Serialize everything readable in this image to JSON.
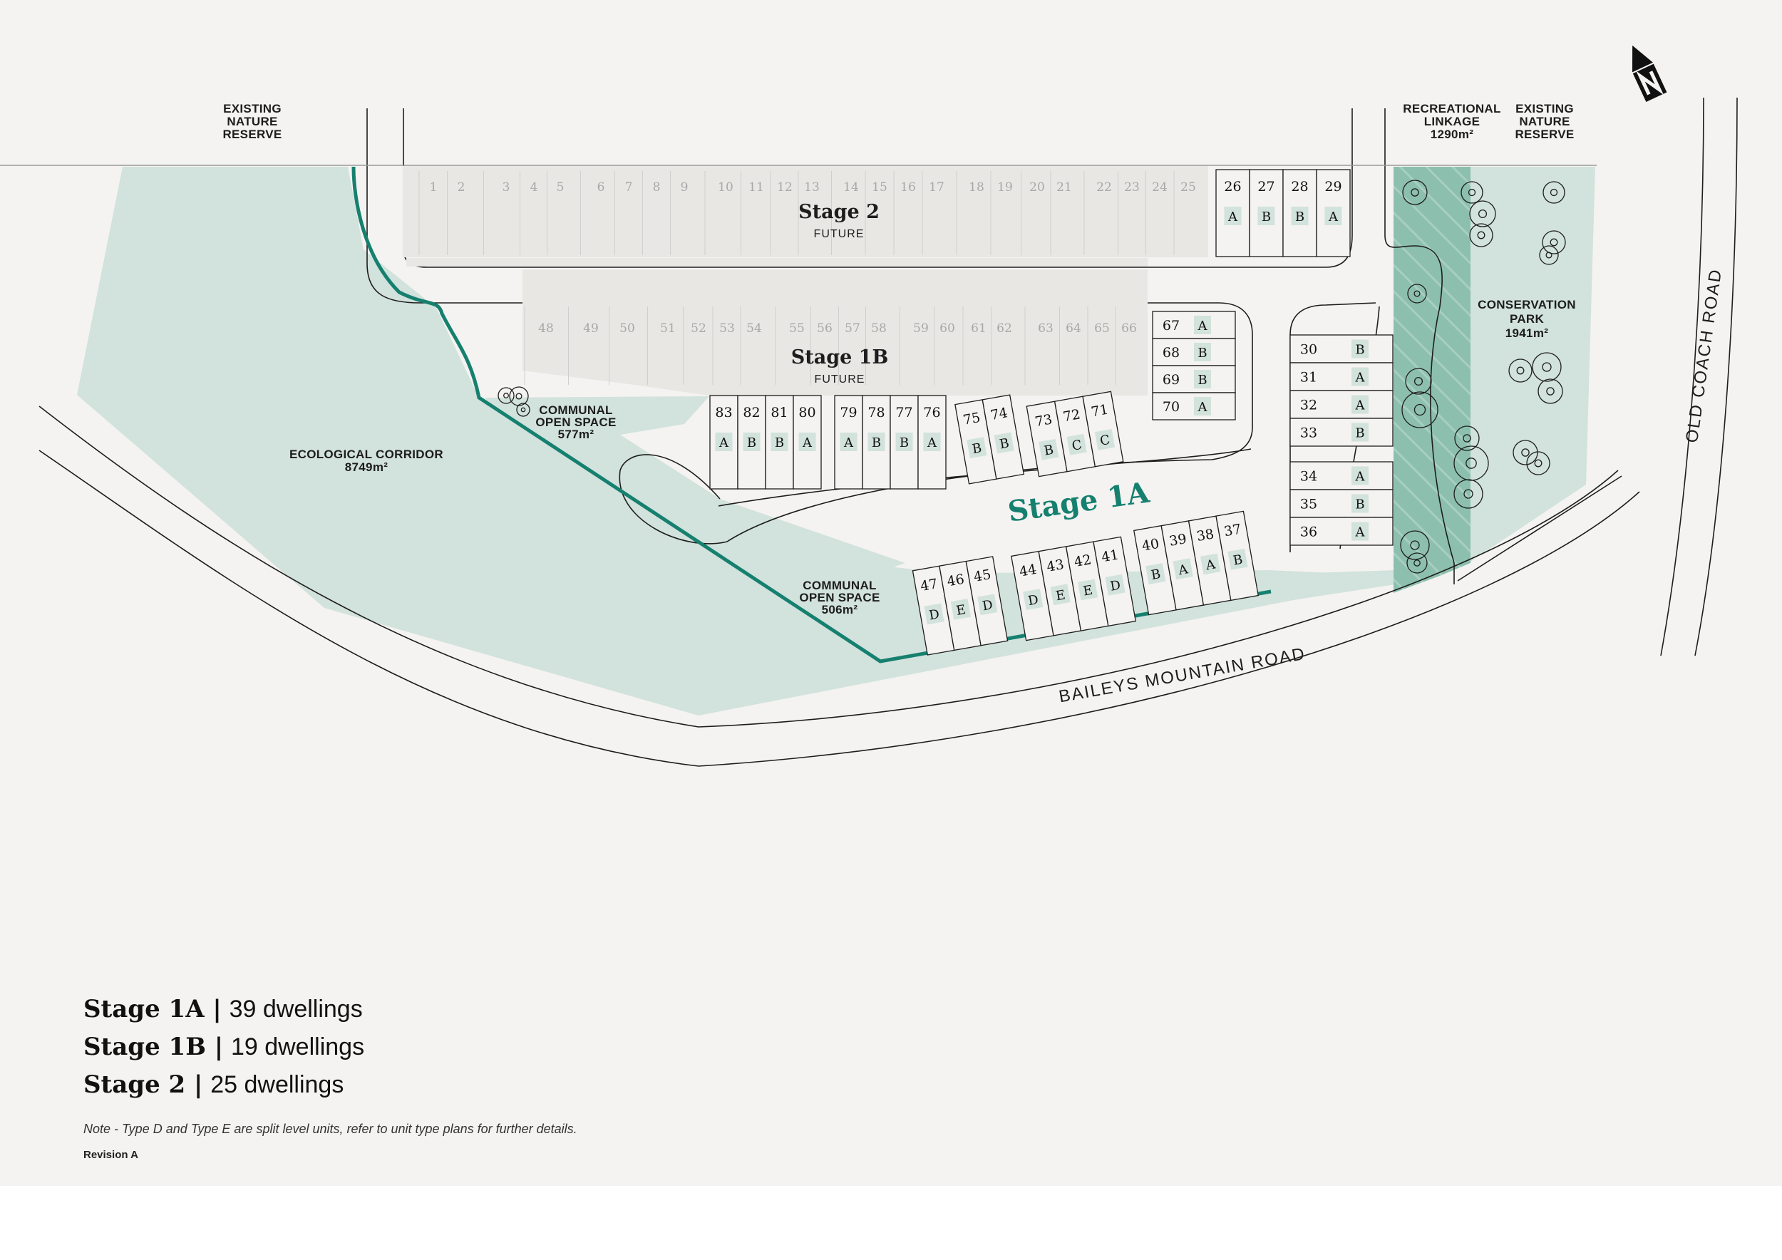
{
  "map_labels": {
    "nature_reserve_left": [
      "EXISTING",
      "NATURE",
      "RESERVE"
    ],
    "recreational_linkage": [
      "RECREATIONAL",
      "LINKAGE",
      "1290m²"
    ],
    "nature_reserve_right": [
      "EXISTING",
      "NATURE",
      "RESERVE"
    ],
    "conservation_park": [
      "CONSERVATION",
      "PARK",
      "1941m²"
    ],
    "ecological_corridor": [
      "ECOLOGICAL CORRIDOR",
      "8749m²"
    ],
    "communal_open_space_1": [
      "COMMUNAL",
      "OPEN SPACE",
      "577m²"
    ],
    "communal_open_space_2": [
      "COMMUNAL",
      "OPEN SPACE",
      "506m²"
    ],
    "road_baileys": "BAILEYS MOUNTAIN ROAD",
    "road_old_coach": "OLD COACH ROAD"
  },
  "stages": {
    "stage2": {
      "title": "Stage 2",
      "status": "FUTURE"
    },
    "stage1b": {
      "title": "Stage 1B",
      "status": "FUTURE"
    },
    "stage1a": {
      "title": "Stage 1A"
    }
  },
  "colors": {
    "green_space": "#d2e2dc",
    "linkage": "#8dbfae",
    "accent": "#16806f",
    "future_block": "#e8e7e4",
    "type_tag": "#d2e2dc"
  },
  "lots": {
    "stage2_future": [
      "1",
      "2",
      "3",
      "4",
      "5",
      "6",
      "7",
      "8",
      "9",
      "10",
      "11",
      "12",
      "13",
      "14",
      "15",
      "16",
      "17",
      "18",
      "19",
      "20",
      "21",
      "22",
      "23",
      "24",
      "25"
    ],
    "stage1b_future": [
      "48",
      "49",
      "50",
      "51",
      "52",
      "53",
      "54",
      "55",
      "56",
      "57",
      "58",
      "59",
      "60",
      "61",
      "62",
      "63",
      "64",
      "65",
      "66"
    ],
    "top_right": [
      {
        "n": "26",
        "t": "A"
      },
      {
        "n": "27",
        "t": "B"
      },
      {
        "n": "28",
        "t": "B"
      },
      {
        "n": "29",
        "t": "A"
      }
    ],
    "block_67_70": [
      {
        "n": "67",
        "t": "A"
      },
      {
        "n": "68",
        "t": "B"
      },
      {
        "n": "69",
        "t": "B"
      },
      {
        "n": "70",
        "t": "A"
      }
    ],
    "block_30_33": [
      {
        "n": "30",
        "t": "B"
      },
      {
        "n": "31",
        "t": "A"
      },
      {
        "n": "32",
        "t": "A"
      },
      {
        "n": "33",
        "t": "B"
      }
    ],
    "block_34_36": [
      {
        "n": "34",
        "t": "A"
      },
      {
        "n": "35",
        "t": "B"
      },
      {
        "n": "36",
        "t": "A"
      }
    ],
    "block_83_80": [
      {
        "n": "83",
        "t": "A"
      },
      {
        "n": "82",
        "t": "B"
      },
      {
        "n": "81",
        "t": "B"
      },
      {
        "n": "80",
        "t": "A"
      }
    ],
    "block_79_76": [
      {
        "n": "79",
        "t": "A"
      },
      {
        "n": "78",
        "t": "B"
      },
      {
        "n": "77",
        "t": "B"
      },
      {
        "n": "76",
        "t": "A"
      }
    ],
    "block_75_74": [
      {
        "n": "75",
        "t": "B"
      },
      {
        "n": "74",
        "t": "B"
      }
    ],
    "block_73_71": [
      {
        "n": "73",
        "t": "B"
      },
      {
        "n": "72",
        "t": "C"
      },
      {
        "n": "71",
        "t": "C"
      }
    ],
    "block_47_45": [
      {
        "n": "47",
        "t": "D"
      },
      {
        "n": "46",
        "t": "E"
      },
      {
        "n": "45",
        "t": "D"
      }
    ],
    "block_44_41": [
      {
        "n": "44",
        "t": "D"
      },
      {
        "n": "43",
        "t": "E"
      },
      {
        "n": "42",
        "t": "E"
      },
      {
        "n": "41",
        "t": "D"
      }
    ],
    "block_40_37": [
      {
        "n": "40",
        "t": "B"
      },
      {
        "n": "39",
        "t": "A"
      },
      {
        "n": "38",
        "t": "A"
      },
      {
        "n": "37",
        "t": "B"
      }
    ]
  },
  "summary": [
    {
      "stage": "Stage 1A |",
      "count": "39 dwellings"
    },
    {
      "stage": "Stage 1B |",
      "count": "19 dwellings"
    },
    {
      "stage": "Stage 2 |",
      "count": "25 dwellings"
    }
  ],
  "note": "Note - Type D and Type E are split level units, refer to unit type plans for further details.",
  "revision": "Revision A",
  "icons": {
    "north_arrow": "north-arrow-icon",
    "tree": "tree-icon"
  }
}
